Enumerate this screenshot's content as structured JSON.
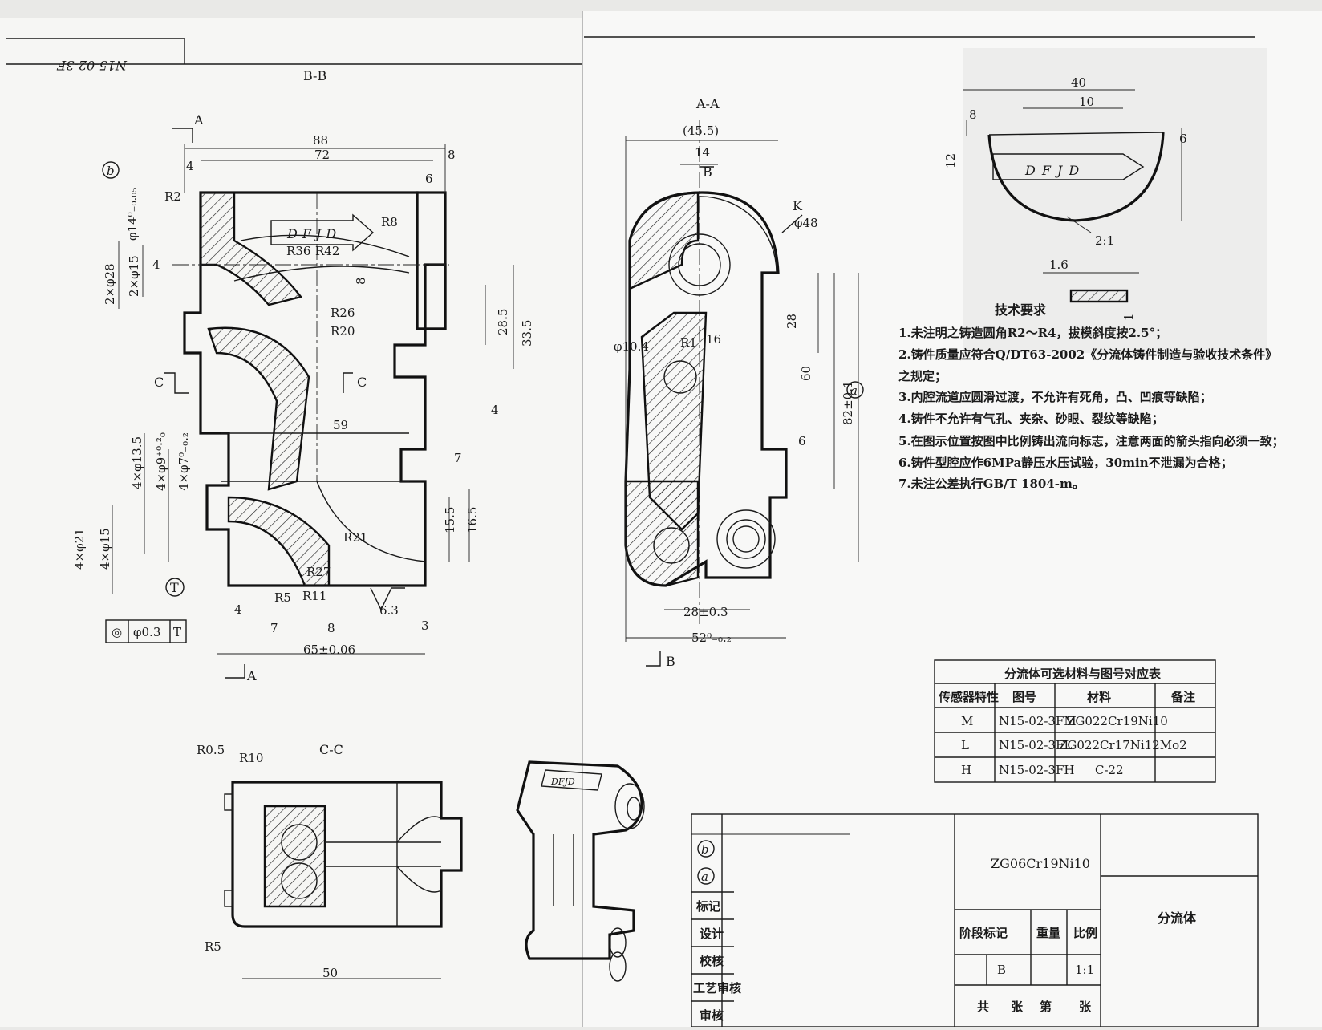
{
  "drawing_number": "N15-02-3F",
  "views": {
    "bb": {
      "title": "B-B",
      "section_marks": [
        "A",
        "A",
        "C",
        "C",
        "T"
      ],
      "dims": [
        "88",
        "72",
        "8",
        "4",
        "6",
        "R2",
        "R8",
        "R36",
        "R42",
        "φ14⁰₋₀.₀₅",
        "2×φ28",
        "2×φ15",
        "4",
        "8",
        "R26",
        "R20",
        "28.5",
        "33.5",
        "4",
        "59",
        "4×φ13.5",
        "4×φ9⁺⁰·²₀",
        "4×φ7⁰₋₀.₂",
        "7",
        "4×φ21",
        "4×φ15",
        "15.5",
        "16.5",
        "R21",
        "R27",
        "R5",
        "R11",
        "6.3",
        "4",
        "7",
        "8",
        "3",
        "65±0.06",
        "b"
      ],
      "tolerance_frame": [
        "◎",
        "φ0.3",
        "T"
      ]
    },
    "aa": {
      "title": "A-A",
      "section_marks": [
        "B",
        "B",
        "K"
      ],
      "dims": [
        "(45.5)",
        "14",
        "φ48",
        "φ10.4",
        "R1",
        "16",
        "28",
        "60",
        "82±0.1",
        "6",
        "28±0.3",
        "52⁰₋₀.₂",
        "a"
      ]
    },
    "cc": {
      "title": "C-C",
      "dims": [
        "R0.5",
        "R10",
        "R5",
        "50"
      ]
    },
    "detail": {
      "dims": [
        "40",
        "10",
        "8",
        "12",
        "6",
        "2:1",
        "1.6",
        "1"
      ],
      "logo": "DFJD"
    },
    "flow_mark": "DFJD"
  },
  "tech_requirements": {
    "title": "技术要求",
    "items": [
      "1.未注明之铸造圆角R2～R4，拔模斜度按2.5°；",
      "2.铸件质量应符合Q/DT63-2002《分流体铸件制造与验收技术条件》",
      "   之规定；",
      "3.内腔流道应圆滑过渡，不允许有死角，凸、凹痕等缺陷；",
      "4.铸件不允许有气孔、夹杂、砂眼、裂纹等缺陷；",
      "5.在图示位置按图中比例铸出流向标志，注意两面的箭头指向必须一致；",
      "6.铸件型腔应作6MPa静压水压试验，30min不泄漏为合格；",
      "7.未注公差执行GB/T 1804-m。"
    ]
  },
  "material_table": {
    "title": "分流体可选材料与图号对应表",
    "headers": [
      "传感器特性",
      "图号",
      "材料",
      "备注"
    ],
    "rows": [
      [
        "M",
        "N15-02-3FM",
        "ZG022Cr19Ni10",
        ""
      ],
      [
        "L",
        "N15-02-3FL",
        "ZG022Cr17Ni12Mo2",
        ""
      ],
      [
        "H",
        "N15-02-3FH",
        "C-22",
        ""
      ]
    ]
  },
  "title_block": {
    "revision_marks": [
      "b",
      "a"
    ],
    "row_labels": [
      "标记",
      "设计",
      "校核",
      "工艺审核",
      "审核"
    ],
    "material": "ZG06Cr19Ni10",
    "stage_label": "阶段标记",
    "weight_label": "重量",
    "scale_label": "比例",
    "stage_value": "B",
    "scale_value": "1:1",
    "sheets": [
      "共",
      "张",
      "第",
      "张"
    ],
    "part_name": "分流体"
  }
}
